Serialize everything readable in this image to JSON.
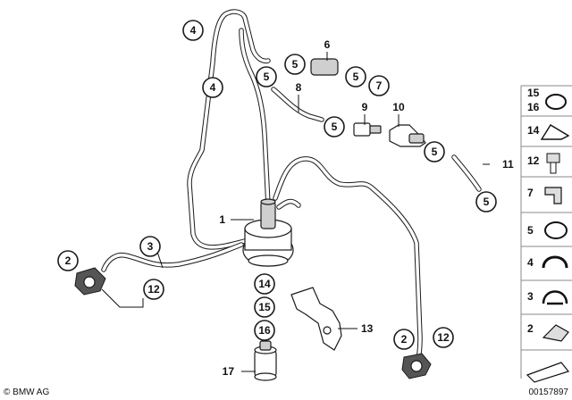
{
  "callouts": {
    "c4a": "4",
    "c4b": "4",
    "c5a": "5",
    "c5b": "5",
    "c5c": "5",
    "c5d": "5",
    "c5e": "5",
    "c5f": "5",
    "c7": "7",
    "c3": "3",
    "c2a": "2",
    "c2b": "2",
    "c12a": "12",
    "c12b": "12",
    "c14": "14",
    "c15": "15",
    "c16": "16"
  },
  "labels": {
    "l1": "1",
    "l6": "6",
    "l8": "8",
    "l9": "9",
    "l10": "10",
    "l11": "11",
    "l13": "13",
    "l17": "17"
  },
  "side_panel": {
    "p1": "15",
    "p1b": "16",
    "p2": "14",
    "p3": "12",
    "p4": "7",
    "p5": "5",
    "p6": "4",
    "p7": "3",
    "p8": "2"
  },
  "footer": {
    "copyright": "© BMW AG",
    "diagram_number": "00157897"
  },
  "icons": [
    "bmw-copyright",
    "arrow-panel-icon"
  ]
}
